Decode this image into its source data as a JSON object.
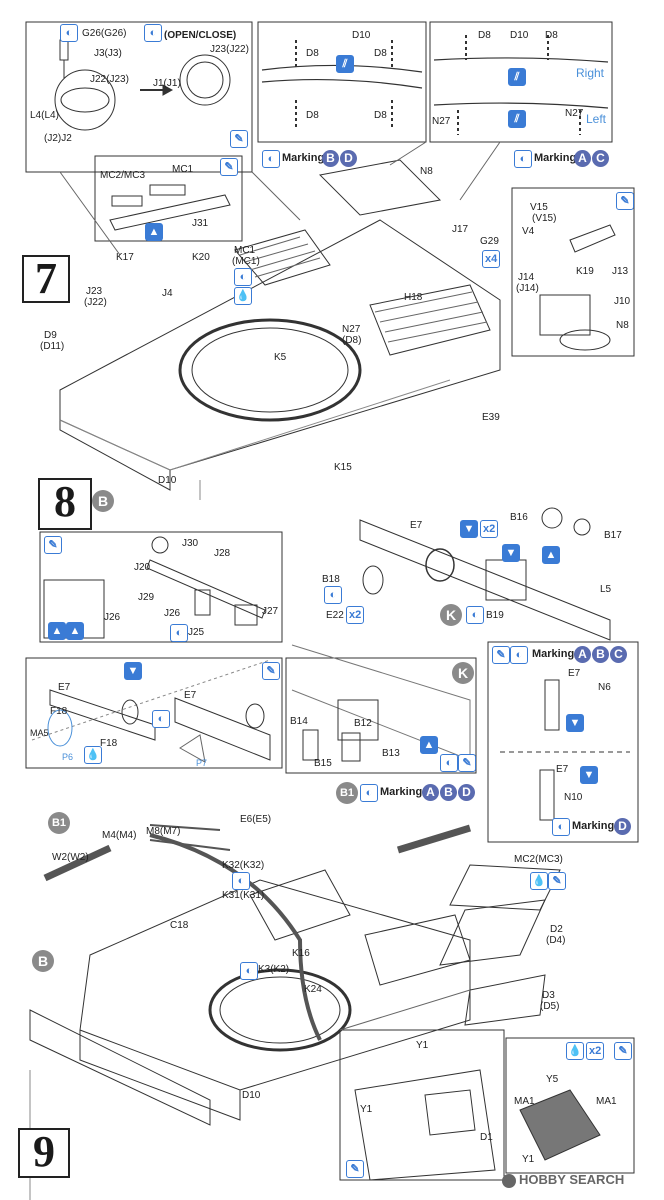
{
  "steps": [
    "7",
    "8",
    "9"
  ],
  "callouts": {
    "open_close": "(OPEN/CLOSE)",
    "marking": "Marking",
    "right": "Right",
    "left": "Left"
  },
  "markings": {
    "bd": [
      "B",
      "D"
    ],
    "ac": [
      "A",
      "C"
    ],
    "abc": [
      "A",
      "B",
      "C"
    ],
    "d": [
      "D"
    ],
    "abd": [
      "A",
      "B",
      "D"
    ]
  },
  "variant_badges": {
    "b": "B",
    "b1": "B1",
    "k": "K"
  },
  "qty": {
    "x2": "x2",
    "x4": "x4"
  },
  "parts_step7": {
    "g26": "G26(G26)",
    "j3": "J3(J3)",
    "j23": "J23(J22)",
    "j22": "J22(J23)",
    "l4": "L4(L4)",
    "j1": "J1(J1)",
    "j2": "(J2)J2",
    "mc2": "MC2/MC3",
    "mc1": "MC1",
    "j31": "J31",
    "k17": "K17",
    "k20": "K20",
    "mc1b": "MC1",
    "mc1c": "(MC1)",
    "j23b": "J23",
    "j22b": "(J22)",
    "j4": "J4",
    "d9": "D9",
    "d11": "(D11)",
    "k5": "K5",
    "n27": "N27",
    "d8": "(D8)",
    "n8": "N8",
    "j17": "J17",
    "g29": "G29",
    "h18": "H18",
    "e39": "E39",
    "k15": "K15",
    "d10": "D10",
    "v15": "V15",
    "v15b": "(V15)",
    "v4": "V4",
    "k19": "K19",
    "j13": "J13",
    "j14": "J14",
    "j14b": "(J14)",
    "j10": "J10",
    "n8b": "N8",
    "d10a": "D10",
    "d8a": "D8",
    "d8b": "D8",
    "d8c": "D8",
    "d8d": "D8",
    "d8e": "D8",
    "d10b": "D10",
    "d8f": "D8",
    "n27a": "N27",
    "n27b": "N27"
  },
  "parts_step8": {
    "j30": "J30",
    "j28": "J28",
    "j20": "J20",
    "j29": "J29",
    "j26": "J26",
    "j26b": "J26",
    "j25": "J25",
    "j27": "J27",
    "e7": "E7",
    "b16": "B16",
    "b17": "B17",
    "l5": "L5",
    "b18": "B18",
    "e22": "E22",
    "b19": "B19",
    "f18a": "F18",
    "f18b": "F18",
    "ma5": "MA5",
    "p6": "P6",
    "p7": "P7",
    "e7b": "E7",
    "e7c": "E7",
    "b14": "B14",
    "b12": "B12",
    "b13": "B13",
    "b15": "B15",
    "e7d": "E7",
    "n6": "N6",
    "e7e": "E7",
    "n10": "N10"
  },
  "parts_step9": {
    "m4": "M4(M4)",
    "m8": "M8(M7)",
    "w2": "W2(W2)",
    "e6": "E6(E5)",
    "k32": "K32(K32)",
    "k31": "K31(K31)",
    "c18": "C18",
    "k16": "K16",
    "k3": "K3(K2)",
    "k24": "K24",
    "d10": "D10",
    "mc2": "MC2(MC3)",
    "d2": "D2",
    "d4": "(D4)",
    "d3": "D3",
    "d5": "(D5)",
    "y1a": "Y1",
    "y1b": "Y1",
    "d1": "D1",
    "y5": "Y5",
    "ma1a": "MA1",
    "ma1b": "MA1",
    "y1c": "Y1"
  },
  "watermark": "HOBBY SEARCH"
}
